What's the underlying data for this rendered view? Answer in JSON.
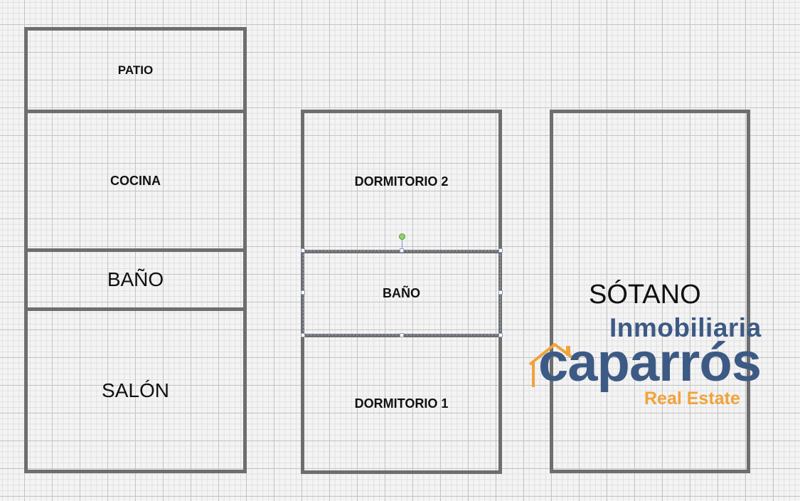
{
  "rooms": {
    "patio": "PATIO",
    "cocina": "COCINA",
    "bano_left": "BAÑO",
    "salon": "SALÓN",
    "dormitorio_2": "DORMITORIO 2",
    "bano_center": "BAÑO",
    "dormitorio_1": "DORMITORIO 1",
    "sotano": "SÓTANO"
  },
  "logo": {
    "line1": "Inmobiliaria",
    "line2": "caparrós",
    "line3": "Real Estate",
    "icon": "house-outline-icon",
    "colors": {
      "primary": "#3d5a85",
      "accent": "#f0a33a"
    }
  },
  "colors": {
    "wall": "#6e6e6e",
    "grid_major": "#c4c4c4",
    "grid_minor": "#e0e0e0"
  }
}
